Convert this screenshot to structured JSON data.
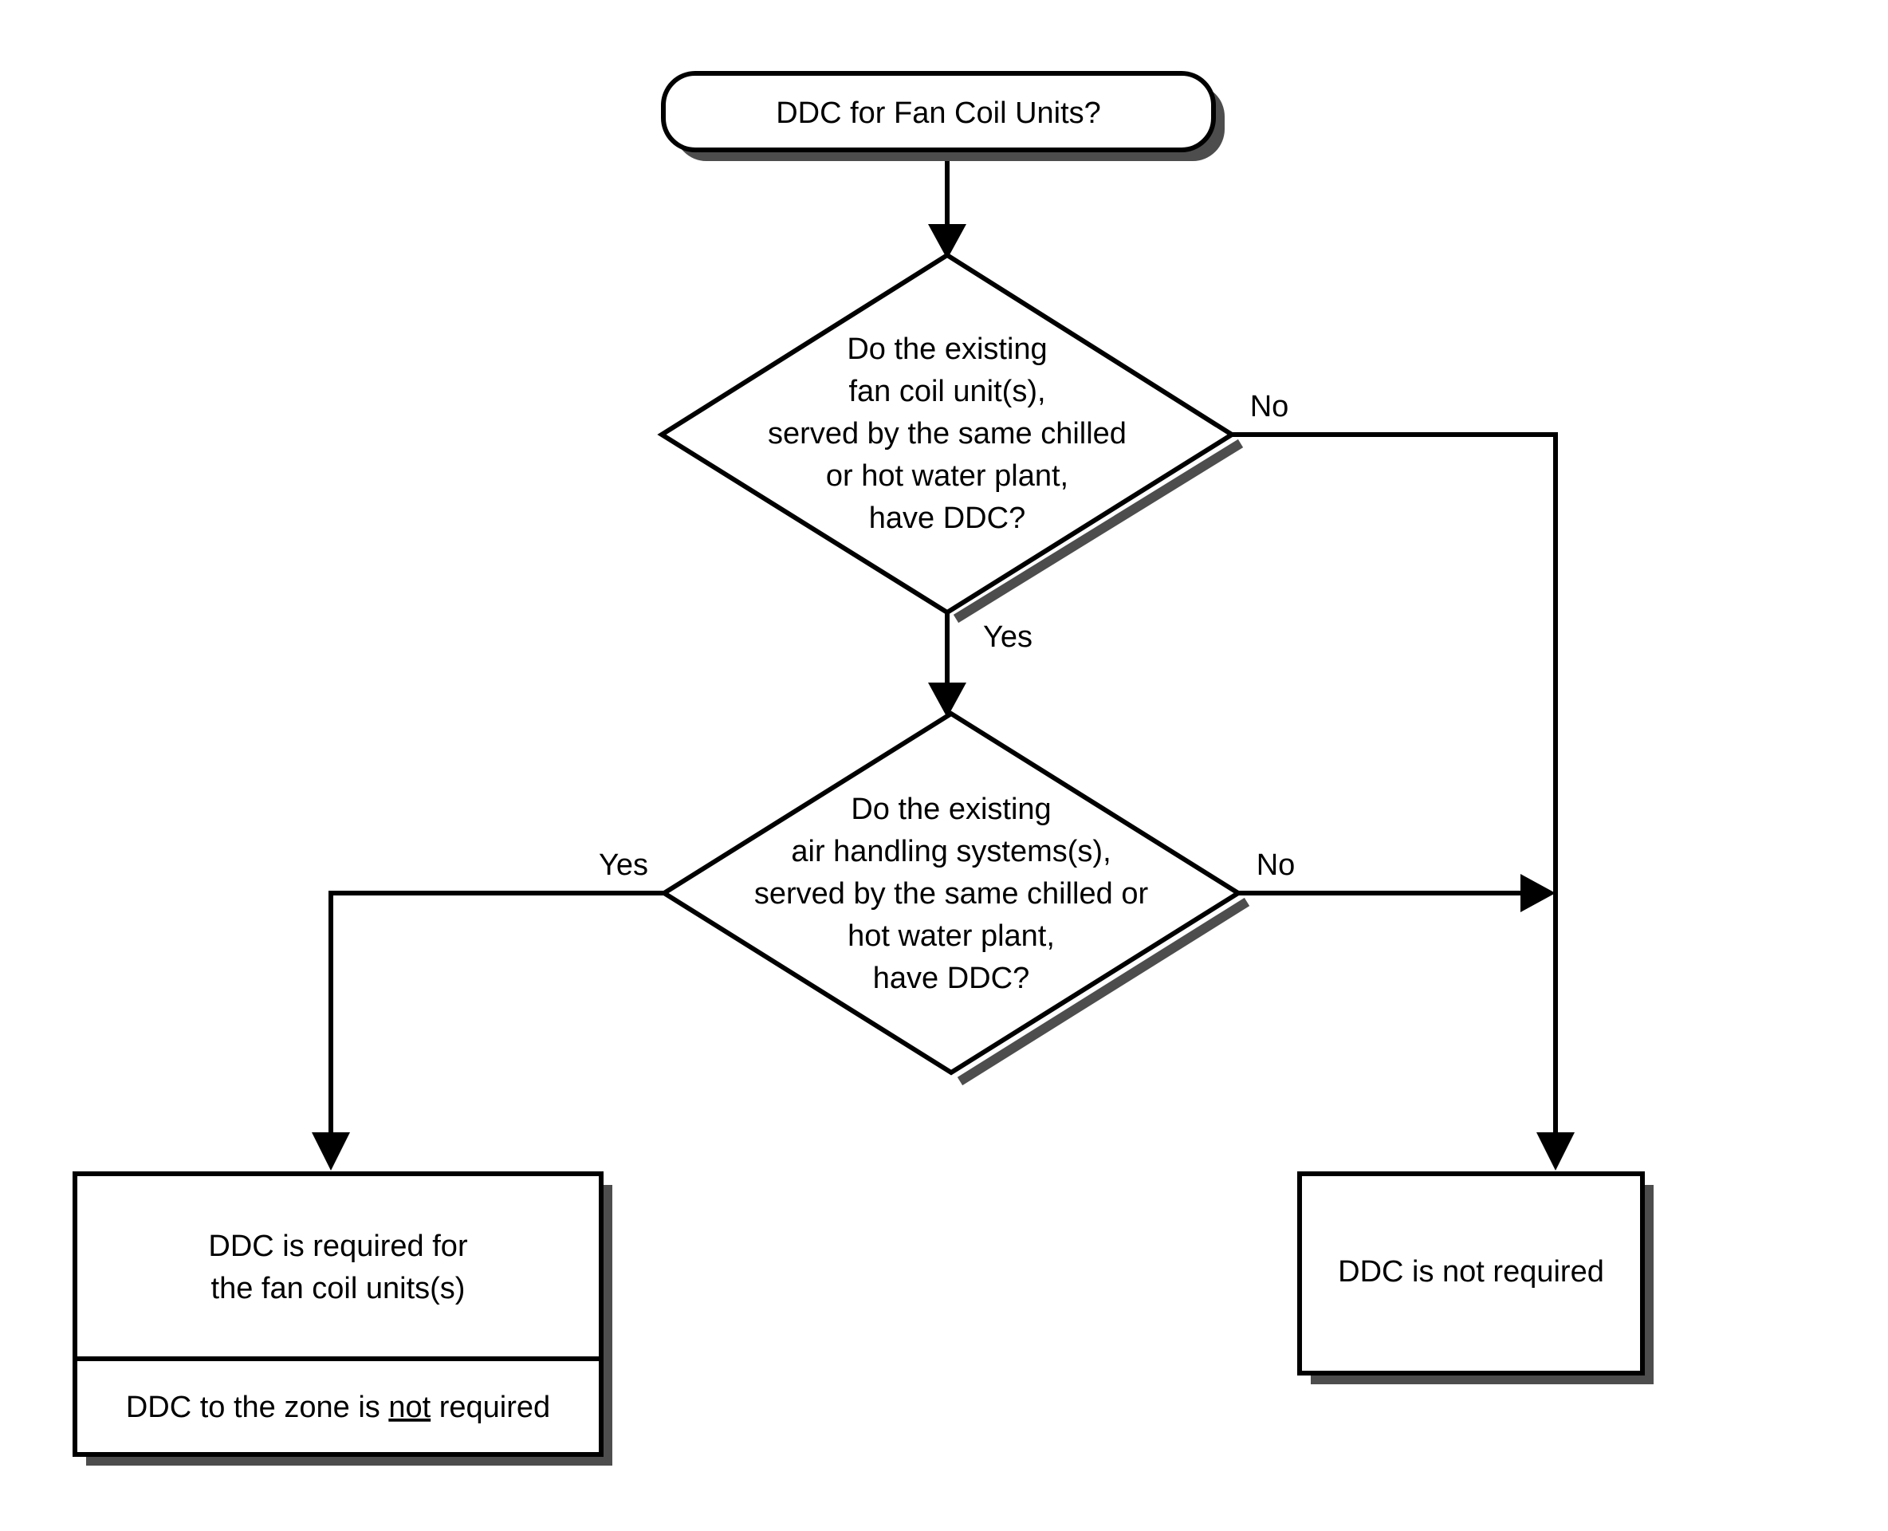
{
  "diagram": {
    "title_node": {
      "label": "DDC for Fan Coil Units?",
      "shape": "rounded-rectangle"
    },
    "decision_1": {
      "shape": "diamond",
      "lines": [
        "Do the existing",
        "fan coil unit(s),",
        "served by the same chilled",
        "or hot water plant,",
        "have DDC?"
      ]
    },
    "decision_2": {
      "shape": "diamond",
      "lines": [
        "Do the existing",
        "air handling systems(s),",
        "served by the same chilled or",
        "hot water plant,",
        "have DDC?"
      ]
    },
    "result_required": {
      "shape": "rectangle",
      "upper_lines": [
        "DDC is required for",
        "the fan coil units(s)"
      ],
      "lower_prefix": "DDC to the zone is ",
      "lower_emphasis": "not",
      "lower_suffix": " required"
    },
    "result_not_required": {
      "shape": "rectangle",
      "label": "DDC is not required"
    },
    "edge_labels": {
      "d1_no": "No",
      "d1_yes": "Yes",
      "d2_yes": "Yes",
      "d2_no": "No"
    },
    "colors": {
      "stroke": "#000000",
      "fill": "#ffffff",
      "shadow": "#4d4d4d",
      "background": "#ffffff"
    }
  }
}
